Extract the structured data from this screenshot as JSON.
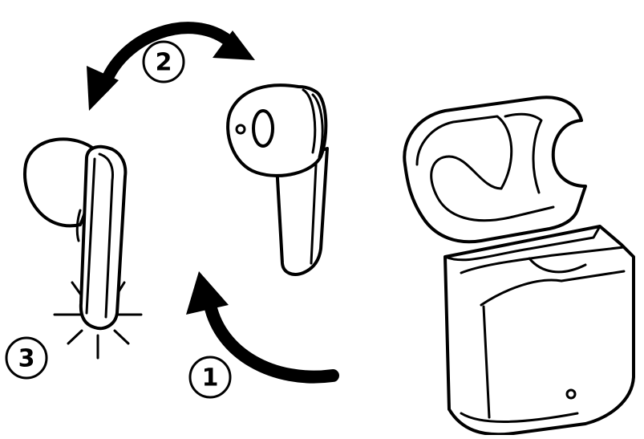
{
  "steps": [
    {
      "number": "1",
      "description": ""
    },
    {
      "number": "2",
      "description": ""
    },
    {
      "number": "3",
      "description": ""
    }
  ],
  "icons": {
    "earbud_in_hand": "earbud-icon",
    "earbud_rotated": "earbud-icon",
    "case": "charging-case-icon",
    "led": "led-glow-icon"
  },
  "colors": {
    "line": "#000000",
    "background": "#ffffff"
  }
}
